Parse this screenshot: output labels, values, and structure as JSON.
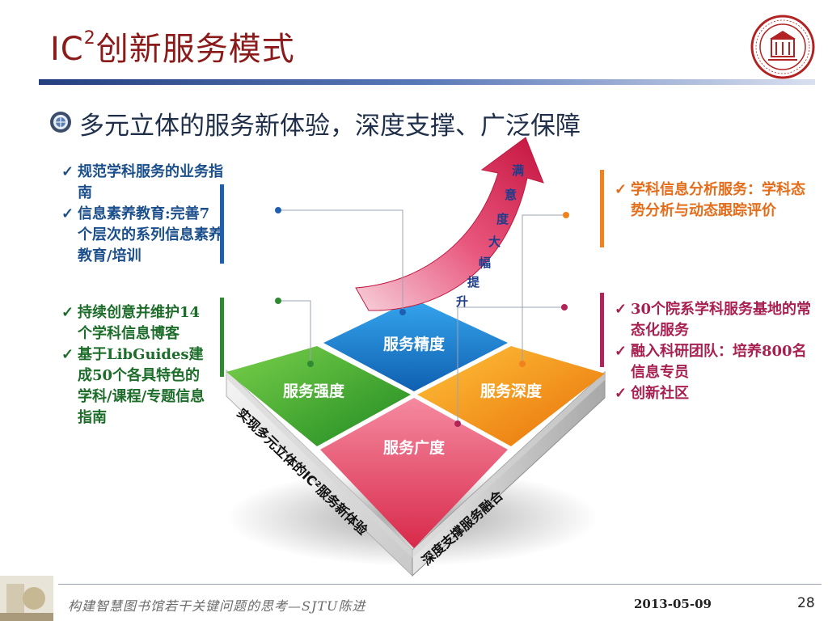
{
  "title": {
    "prefix": "IC",
    "sup": "2",
    "suffix": "创新服务模式"
  },
  "subtitle": "多元立体的服务新体验，深度支撑、广泛保障",
  "arrow_text": [
    "满",
    "意",
    "度",
    "大",
    "幅",
    "提",
    "升"
  ],
  "quadrants": {
    "top": "服务精度",
    "left": "服务强度",
    "right": "服务深度",
    "bottom": "服务广度"
  },
  "side_labels": {
    "left": "实现多元立体的IC²服务新体验",
    "right": "深度支撑服务融合"
  },
  "blocks": {
    "top_left": [
      "规范学科服务的业务指南",
      "信息素养教育:完善7个层次的系列信息素养教育/培训"
    ],
    "bottom_left": [
      "持续创意并维护14个学科信息博客",
      "基于LibGuides建成50个各具特色的学科/课程/专题信息指南"
    ],
    "top_right": [
      "学科信息分析服务：学科态势分析与动态跟踪评价"
    ],
    "bottom_right": [
      "30个院系学科服务基地的常态化服务",
      "融入科研团队：培养800名信息专员",
      "创新社区"
    ]
  },
  "check_mark": "✓",
  "colors": {
    "title": "#8b1a1a",
    "top_left": "#1b4f8c",
    "bottom_left": "#1d6d2a",
    "top_right": "#e36d1a",
    "bottom_right": "#a82050",
    "q_top": "#1a7fd0",
    "q_left": "#3aaa2a",
    "q_right": "#f39a0c",
    "q_bottom": "#e8506a",
    "arrow": "#e0305a"
  },
  "icons": {
    "bullet": "gear-globe-icon",
    "logo": "university-seal-icon",
    "footer": "campus-photo"
  },
  "footer": {
    "text": "构建智慧图书馆若干关键问题的思考—SJTU陈进",
    "date": "2013-05-09",
    "page": "28"
  }
}
